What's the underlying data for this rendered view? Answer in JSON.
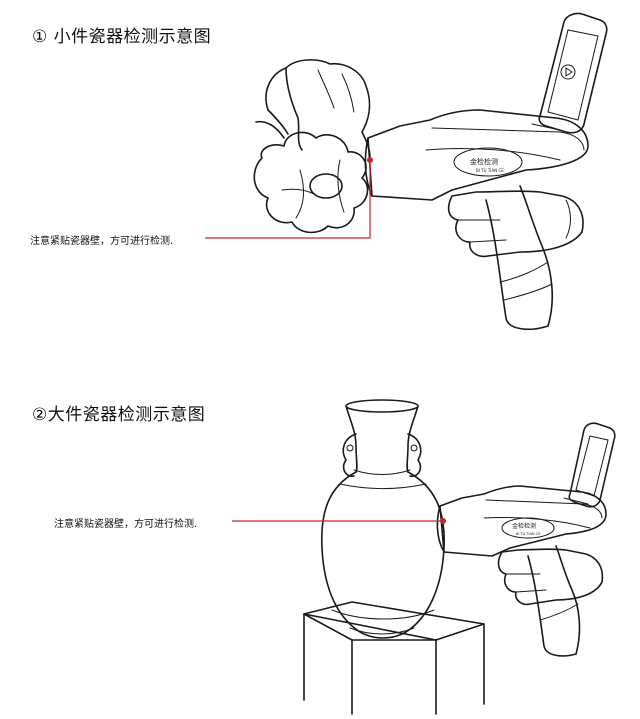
{
  "section1": {
    "title": "① 小件瓷器检测示意图",
    "note": "注意紧贴瓷器壁，方可进行检测."
  },
  "section2": {
    "title": "②大件瓷器检测示意图",
    "note": "注意紧贴瓷器壁，方可进行检测."
  },
  "device_logo_text": "金检检测",
  "device_logo_subtext": "BI TU TIAN CE",
  "colors": {
    "pointer": "#c0282d",
    "line": "#1a1a1a",
    "background": "#ffffff"
  }
}
